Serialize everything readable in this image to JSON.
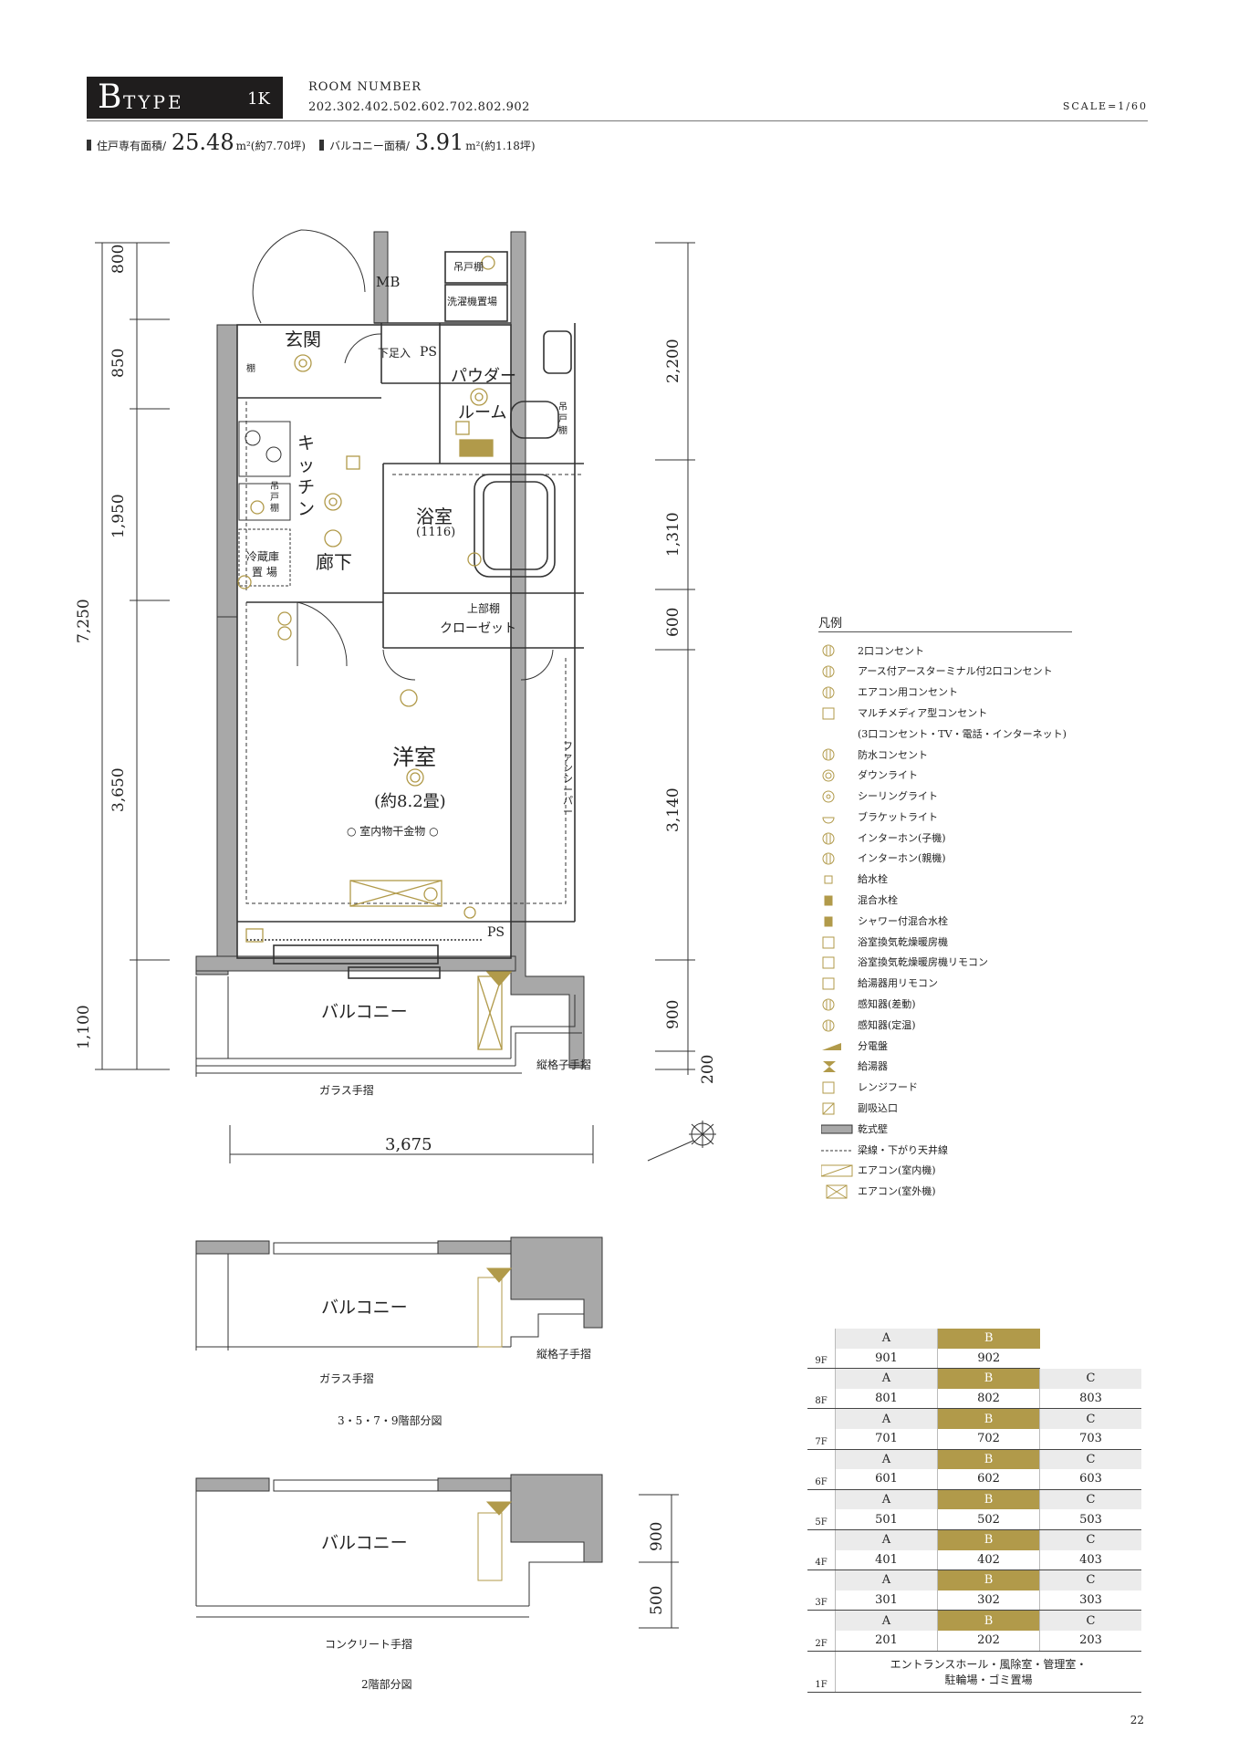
{
  "header": {
    "type_initial": "B",
    "type_rest": "TYPE",
    "layout": "1K",
    "room_number_label": "ROOM NUMBER",
    "room_numbers": "202.302.402.502.602.702.802.902",
    "scale": "SCALE=1/60",
    "private_area_label": "住戸専有面積/",
    "private_area_value": "25.48",
    "private_area_unit": "m²",
    "private_area_tsubo": "(約7.70坪)",
    "balcony_area_label": "バルコニー面積/",
    "balcony_area_value": "3.91",
    "balcony_area_unit": "m²",
    "balcony_area_tsubo": "(約1.18坪)"
  },
  "plan": {
    "rooms": {
      "entrance": "玄関",
      "kitchen": "キッチン",
      "corridor": "廊下",
      "powder_room_1": "パウダー",
      "powder_room_2": "ルーム",
      "bath": "浴室",
      "bath_size": "(1116)",
      "closet": "クローゼット",
      "upper_shelf": "上部棚",
      "western_room": "洋室",
      "western_size": "(約8.2畳)",
      "drying": "○ 室内物干金物 ○",
      "balcony": "バルコニー",
      "fan_sheeper": "ファンシーパー",
      "mb": "MB",
      "ps": "PS",
      "ps2": "PS",
      "shoes": "下足入",
      "shelf": "棚",
      "hanging_shelf": "吊戸棚",
      "washer": "洗濯機置場",
      "fridge_1": "冷蔵庫",
      "fridge_2": "置 場",
      "kit_hang": "吊戸棚",
      "toilet_hang": "吊戸棚"
    },
    "dims_left": [
      "800",
      "850",
      "1,950",
      "3,650",
      "1,100"
    ],
    "dim_total": "7,250",
    "dims_right": [
      "2,200",
      "1,310",
      "600",
      "3,140",
      "900",
      "200"
    ],
    "dim_bottom": "3,675",
    "glass_rail": "ガラス手摺",
    "vertical_rail": "縦格子手摺",
    "alt1_balcony": "バルコニー",
    "alt1_glass": "ガラス手摺",
    "alt1_vertical": "縦格子手摺",
    "alt1_caption": "3・5・7・9階部分図",
    "alt2_balcony": "バルコニー",
    "alt2_concrete": "コンクリート手摺",
    "alt2_caption": "2階部分図",
    "alt2_dims": [
      "900",
      "500"
    ]
  },
  "legend": {
    "title": "凡例",
    "items": [
      {
        "icon": "outlet-2",
        "label": "2口コンセント"
      },
      {
        "icon": "outlet-earth",
        "label": "アース付アースターミナル付2口コンセント"
      },
      {
        "icon": "outlet-aircon",
        "label": "エアコン用コンセント"
      },
      {
        "icon": "outlet-multimedia",
        "label": "マルチメディア型コンセント"
      },
      {
        "icon": "none",
        "label": "(3口コンセント・TV・電話・インターネット)"
      },
      {
        "icon": "outlet-waterproof",
        "label": "防水コンセント"
      },
      {
        "icon": "downlight",
        "label": "ダウンライト"
      },
      {
        "icon": "ceiling-light",
        "label": "シーリングライト"
      },
      {
        "icon": "bracket-light",
        "label": "ブラケットライト"
      },
      {
        "icon": "intercom-sub",
        "label": "インターホン(子機)"
      },
      {
        "icon": "intercom-main",
        "label": "インターホン(親機)"
      },
      {
        "icon": "water-tap",
        "label": "給水栓"
      },
      {
        "icon": "mixing-tap",
        "label": "混合水栓"
      },
      {
        "icon": "shower-tap",
        "label": "シャワー付混合水栓"
      },
      {
        "icon": "bath-dryer",
        "label": "浴室換気乾燥暖房機"
      },
      {
        "icon": "bath-dryer-remote",
        "label": "浴室換気乾燥暖房機リモコン"
      },
      {
        "icon": "heater-remote",
        "label": "給湯器用リモコン"
      },
      {
        "icon": "sensor-diff",
        "label": "感知器(差動)"
      },
      {
        "icon": "sensor-fixed",
        "label": "感知器(定温)"
      },
      {
        "icon": "breaker-panel",
        "label": "分電盤"
      },
      {
        "icon": "water-heater",
        "label": "給湯器"
      },
      {
        "icon": "range-hood",
        "label": "レンジフード"
      },
      {
        "icon": "intake",
        "label": "副吸込口"
      },
      {
        "icon": "dry-wall",
        "label": "乾式壁"
      },
      {
        "icon": "beam-line",
        "label": "梁線・下がり天井線"
      },
      {
        "icon": "aircon-indoor",
        "label": "エアコン(室内機)"
      },
      {
        "icon": "aircon-outdoor",
        "label": "エアコン(室外機)"
      }
    ]
  },
  "floor_table": {
    "floors": [
      {
        "label": "9F",
        "units": [
          [
            "A",
            "901"
          ],
          [
            "B",
            "902"
          ]
        ]
      },
      {
        "label": "8F",
        "units": [
          [
            "A",
            "801"
          ],
          [
            "B",
            "802"
          ],
          [
            "C",
            "803"
          ]
        ]
      },
      {
        "label": "7F",
        "units": [
          [
            "A",
            "701"
          ],
          [
            "B",
            "702"
          ],
          [
            "C",
            "703"
          ]
        ]
      },
      {
        "label": "6F",
        "units": [
          [
            "A",
            "601"
          ],
          [
            "B",
            "602"
          ],
          [
            "C",
            "603"
          ]
        ]
      },
      {
        "label": "5F",
        "units": [
          [
            "A",
            "501"
          ],
          [
            "B",
            "502"
          ],
          [
            "C",
            "503"
          ]
        ]
      },
      {
        "label": "4F",
        "units": [
          [
            "A",
            "401"
          ],
          [
            "B",
            "402"
          ],
          [
            "C",
            "403"
          ]
        ]
      },
      {
        "label": "3F",
        "units": [
          [
            "A",
            "301"
          ],
          [
            "B",
            "302"
          ],
          [
            "C",
            "303"
          ]
        ]
      },
      {
        "label": "2F",
        "units": [
          [
            "A",
            "201"
          ],
          [
            "B",
            "202"
          ],
          [
            "C",
            "203"
          ]
        ]
      }
    ],
    "first_floor_label": "1F",
    "first_floor_line1": "エントランスホール・風除室・管理室・",
    "first_floor_line2": "駐輪場・ゴミ置場"
  },
  "page_number": "22",
  "colors": {
    "gold": "#b19a4a",
    "wall_gray": "#a8a8a8",
    "dark": "#1f1d1d"
  }
}
